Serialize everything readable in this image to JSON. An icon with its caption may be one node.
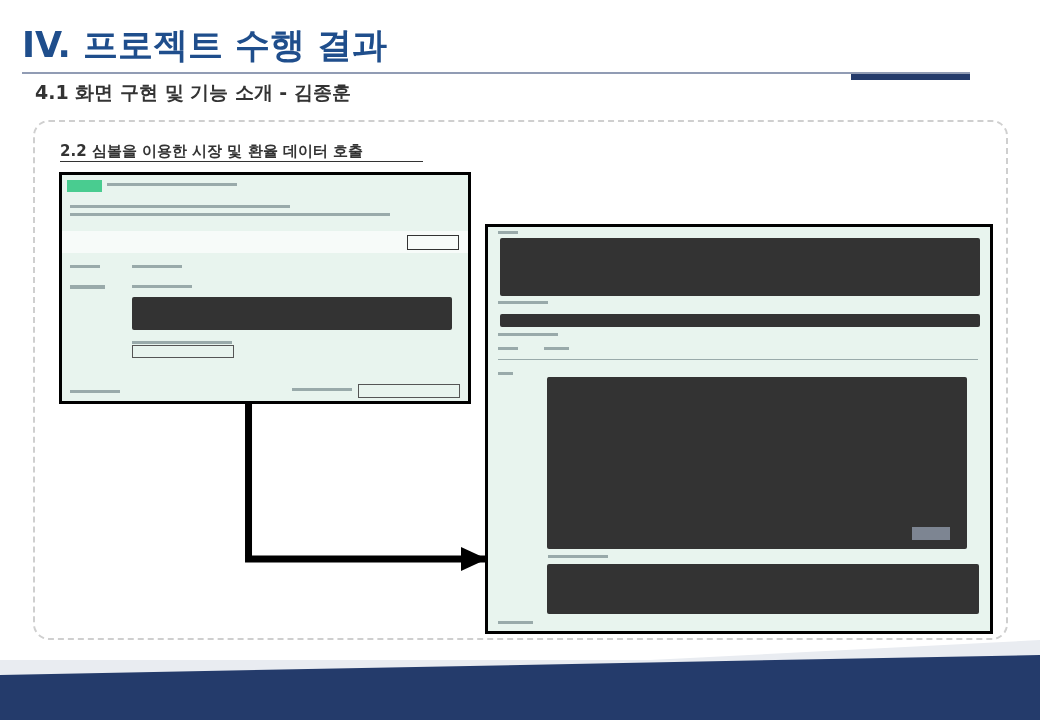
{
  "diagram": {
    "title": "IV. 프로젝트 수행 결과",
    "nodes": [
      {
        "text": [
          "2.2 심볼을 이용한 시장 및 환율 데이터 호출"
        ]
      },
      {
        "text": [],
        "shape": "picture",
        "in": 0
      },
      {
        "text": [],
        "shape": "picture",
        "in": 0
      }
    ],
    "edges": [
      {
        "from": 1,
        "to": 2,
        "arrow": "to"
      }
    ],
    "labels": [
      "4.1 화면 구현 및 기능 소개 - 김종훈"
    ]
  }
}
